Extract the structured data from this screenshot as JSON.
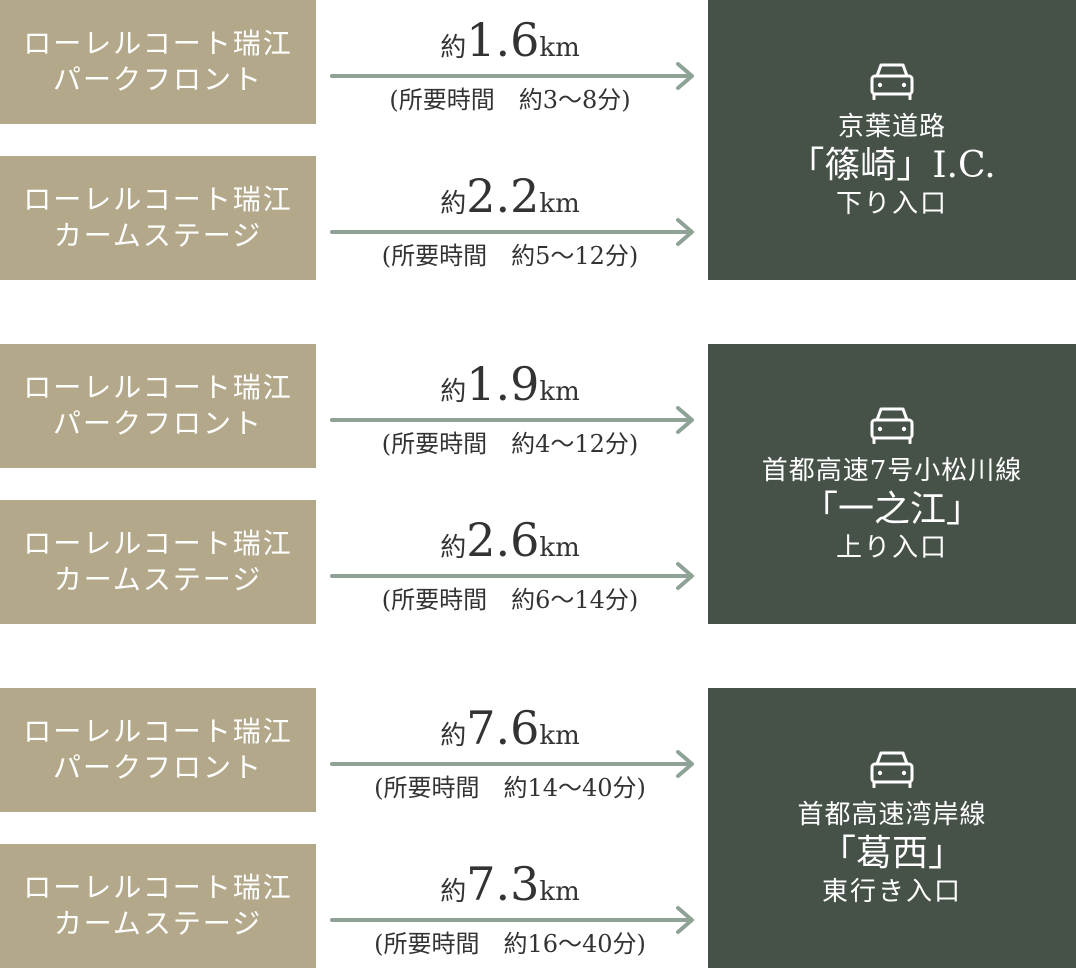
{
  "colors": {
    "origin_bg": "#b3a98a",
    "dest_bg": "#465147",
    "arrow": "#8ea296",
    "text": "#333333"
  },
  "groups": [
    {
      "rows": [
        {
          "origin": [
            "ローレルコート瑞江",
            "パークフロント"
          ],
          "distance_prefix": "約",
          "distance": "1.6",
          "unit": "km",
          "time": "(所要時間　約3〜8分)"
        },
        {
          "origin": [
            "ローレルコート瑞江",
            "カームステージ"
          ],
          "distance_prefix": "約",
          "distance": "2.2",
          "unit": "km",
          "time": "(所要時間　約5〜12分)"
        }
      ],
      "destination": {
        "icon": "car-icon",
        "line1": "京葉道路",
        "line2": "「篠崎」I.C.",
        "line3": "下り入口"
      }
    },
    {
      "rows": [
        {
          "origin": [
            "ローレルコート瑞江",
            "パークフロント"
          ],
          "distance_prefix": "約",
          "distance": "1.9",
          "unit": "km",
          "time": "(所要時間　約4〜12分)"
        },
        {
          "origin": [
            "ローレルコート瑞江",
            "カームステージ"
          ],
          "distance_prefix": "約",
          "distance": "2.6",
          "unit": "km",
          "time": "(所要時間　約6〜14分)"
        }
      ],
      "destination": {
        "icon": "car-icon",
        "line1": "首都高速7号小松川線",
        "line2": "「一之江」",
        "line3": "上り入口"
      }
    },
    {
      "rows": [
        {
          "origin": [
            "ローレルコート瑞江",
            "パークフロント"
          ],
          "distance_prefix": "約",
          "distance": "7.6",
          "unit": "km",
          "time": "(所要時間　約14〜40分)"
        },
        {
          "origin": [
            "ローレルコート瑞江",
            "カームステージ"
          ],
          "distance_prefix": "約",
          "distance": "7.3",
          "unit": "km",
          "time": "(所要時間　約16〜40分)"
        }
      ],
      "destination": {
        "icon": "car-icon",
        "line1": "首都高速湾岸線",
        "line2": "「葛西」",
        "line3": "東行き入口"
      }
    }
  ]
}
